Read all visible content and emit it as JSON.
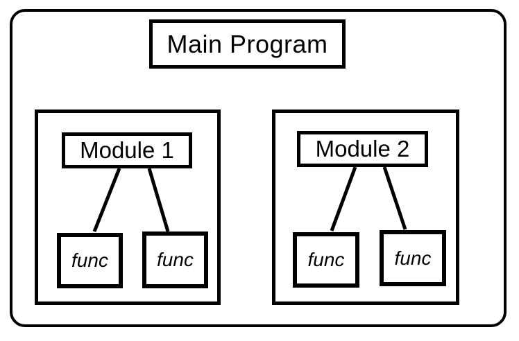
{
  "diagram": {
    "type": "hierarchy",
    "background_color": "#ffffff",
    "stroke_color": "#000000",
    "root": {
      "label": "Main Program"
    },
    "modules": [
      {
        "label": "Module 1",
        "functions": [
          "func",
          "func"
        ]
      },
      {
        "label": "Module 2",
        "functions": [
          "func",
          "func"
        ]
      }
    ]
  }
}
